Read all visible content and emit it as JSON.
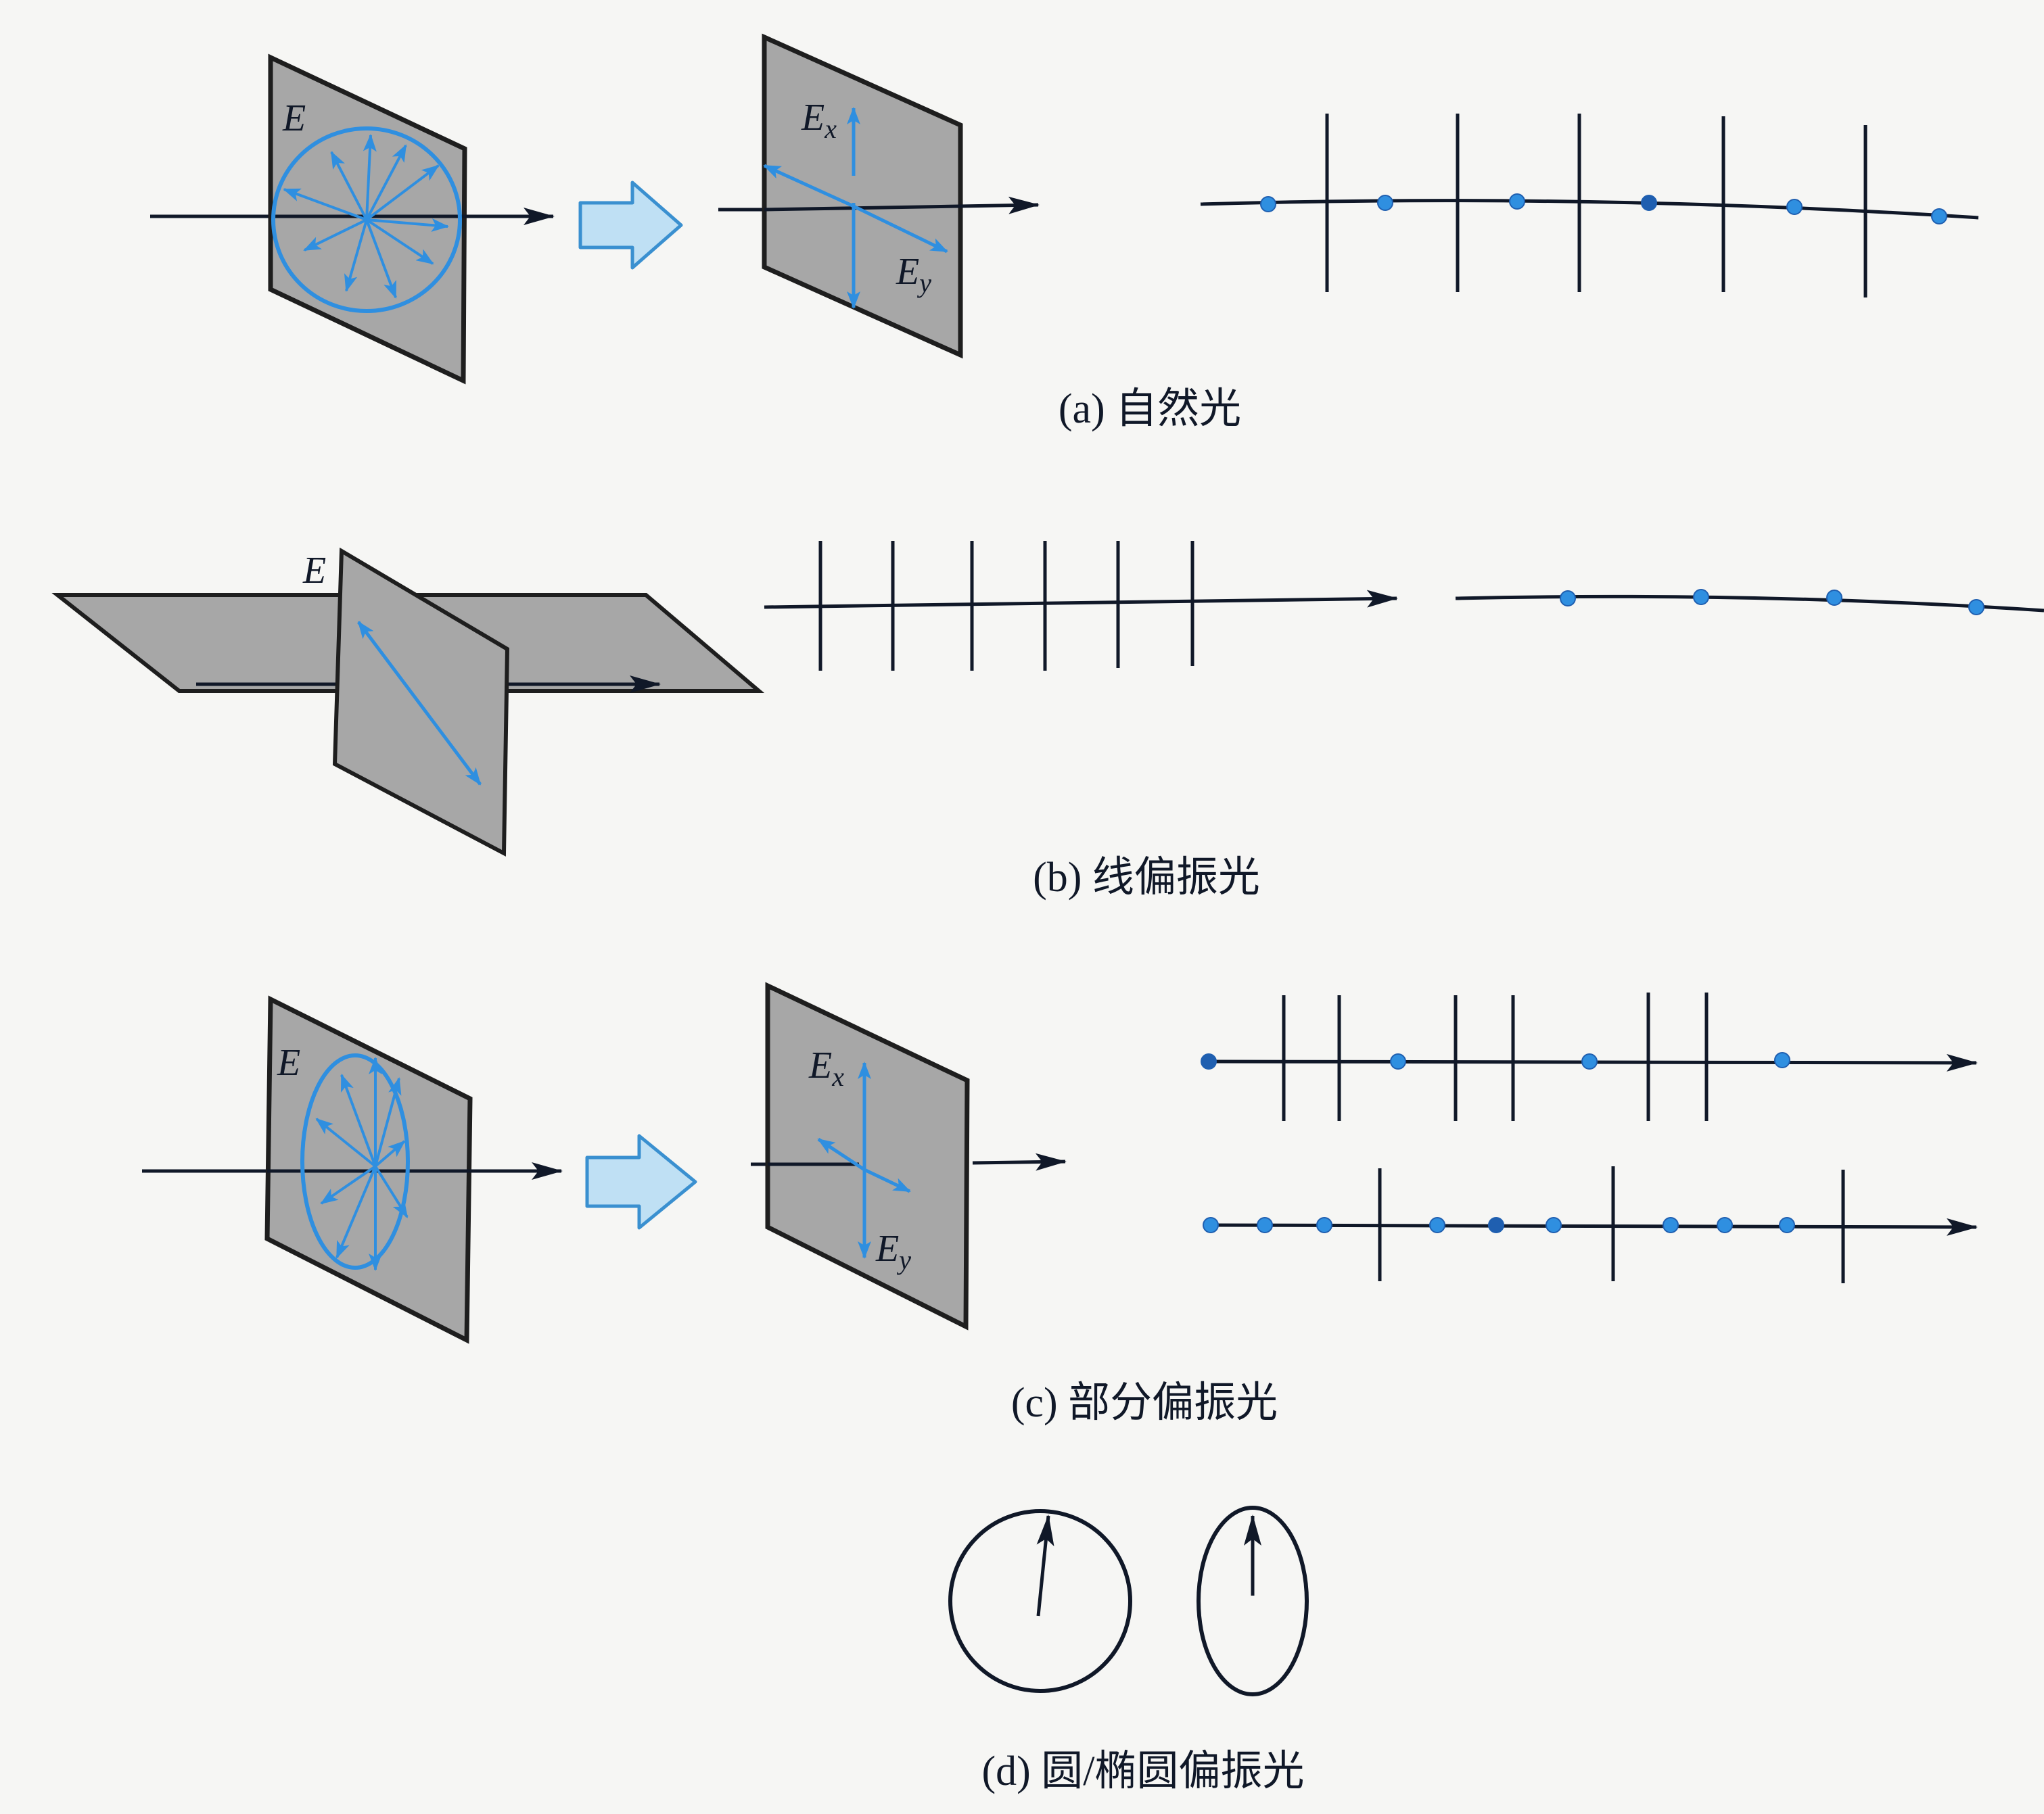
{
  "labels": {
    "e_a": "E",
    "ex_a": "E",
    "ex_a_sub": "x",
    "ey_a": "E",
    "ey_a_sub": "y",
    "e_b": "E",
    "e_c": "E",
    "ex_c": "E",
    "ex_c_sub": "x",
    "ey_c": "E",
    "ey_c_sub": "y"
  },
  "captions": {
    "a": "(a) 自然光",
    "b": "(b) 线偏振光",
    "c": "(c) 部分偏振光",
    "d": "(d) 圆/椭圆偏振光"
  },
  "colors": {
    "plane_fill": "#a7a7a7",
    "plane_stroke": "#1e1e1e",
    "blue": "#2f8fe0",
    "blue_dark": "#1f5fb0",
    "big_arrow_fill": "#bfe0f4",
    "big_arrow_stroke": "#3a90d0",
    "line": "#101828"
  }
}
